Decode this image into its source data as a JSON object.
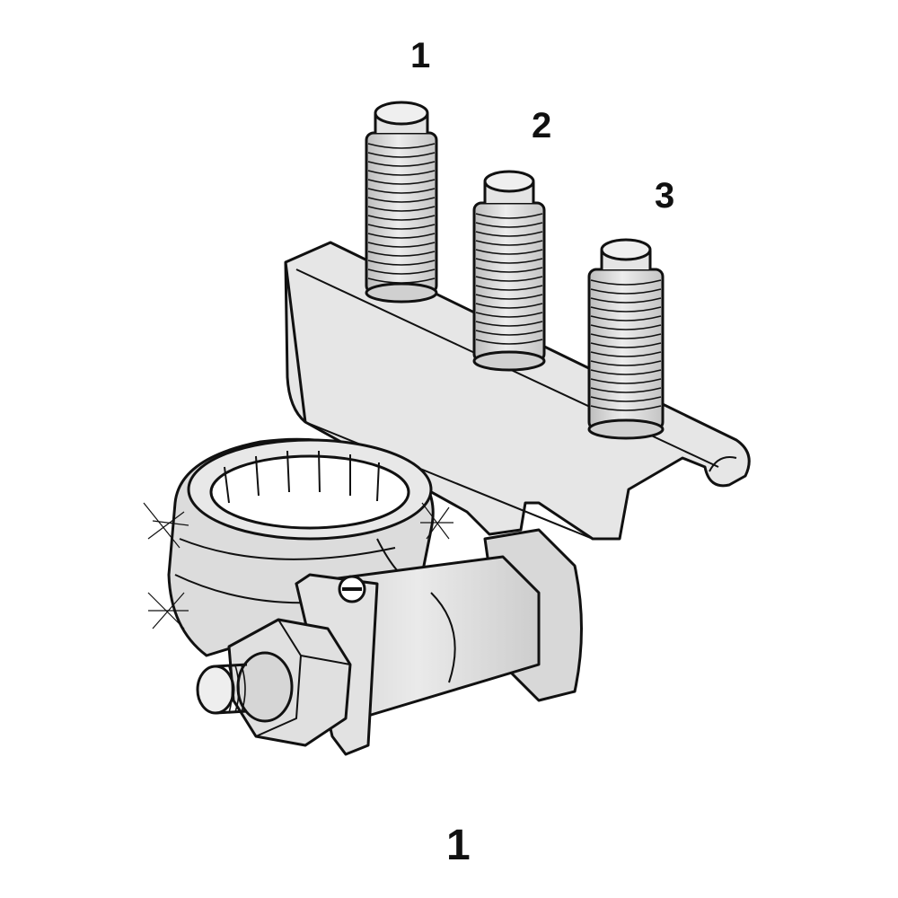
{
  "diagram": {
    "callouts": [
      {
        "label": "1"
      },
      {
        "label": "2"
      },
      {
        "label": "3"
      }
    ],
    "caption": "1",
    "colors": {
      "line": "#111111",
      "fill_light": "#e8e8e8",
      "fill_mid": "#d4d4d4",
      "fill_dark": "#bdbdbd",
      "background": "#ffffff"
    }
  }
}
